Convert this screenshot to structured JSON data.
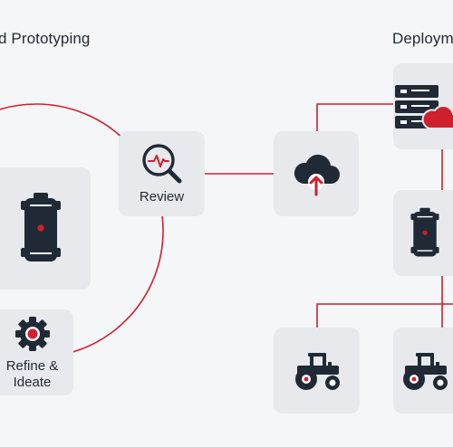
{
  "sections": {
    "left_title": "d Prototyping",
    "right_title": "Deploym"
  },
  "nodes": {
    "review": {
      "label": "Review",
      "icon": "magnifier-pulse-icon"
    },
    "refine": {
      "label_line1": "Refine &",
      "label_line2": "Ideate",
      "icon": "gear-icon"
    },
    "device_left": {
      "icon": "device-icon"
    },
    "cloud_upload": {
      "icon": "cloud-upload-icon"
    },
    "server_cloud": {
      "icon": "server-cloud-icon"
    },
    "device_right": {
      "icon": "device-icon"
    },
    "tractor_1": {
      "icon": "tractor-icon"
    },
    "tractor_2": {
      "icon": "tractor-icon"
    }
  },
  "colors": {
    "accent": "#d0202e",
    "icon_dark": "#1f2a36",
    "card_bg": "#e7e9ec",
    "page_bg": "#f5f6f7"
  }
}
